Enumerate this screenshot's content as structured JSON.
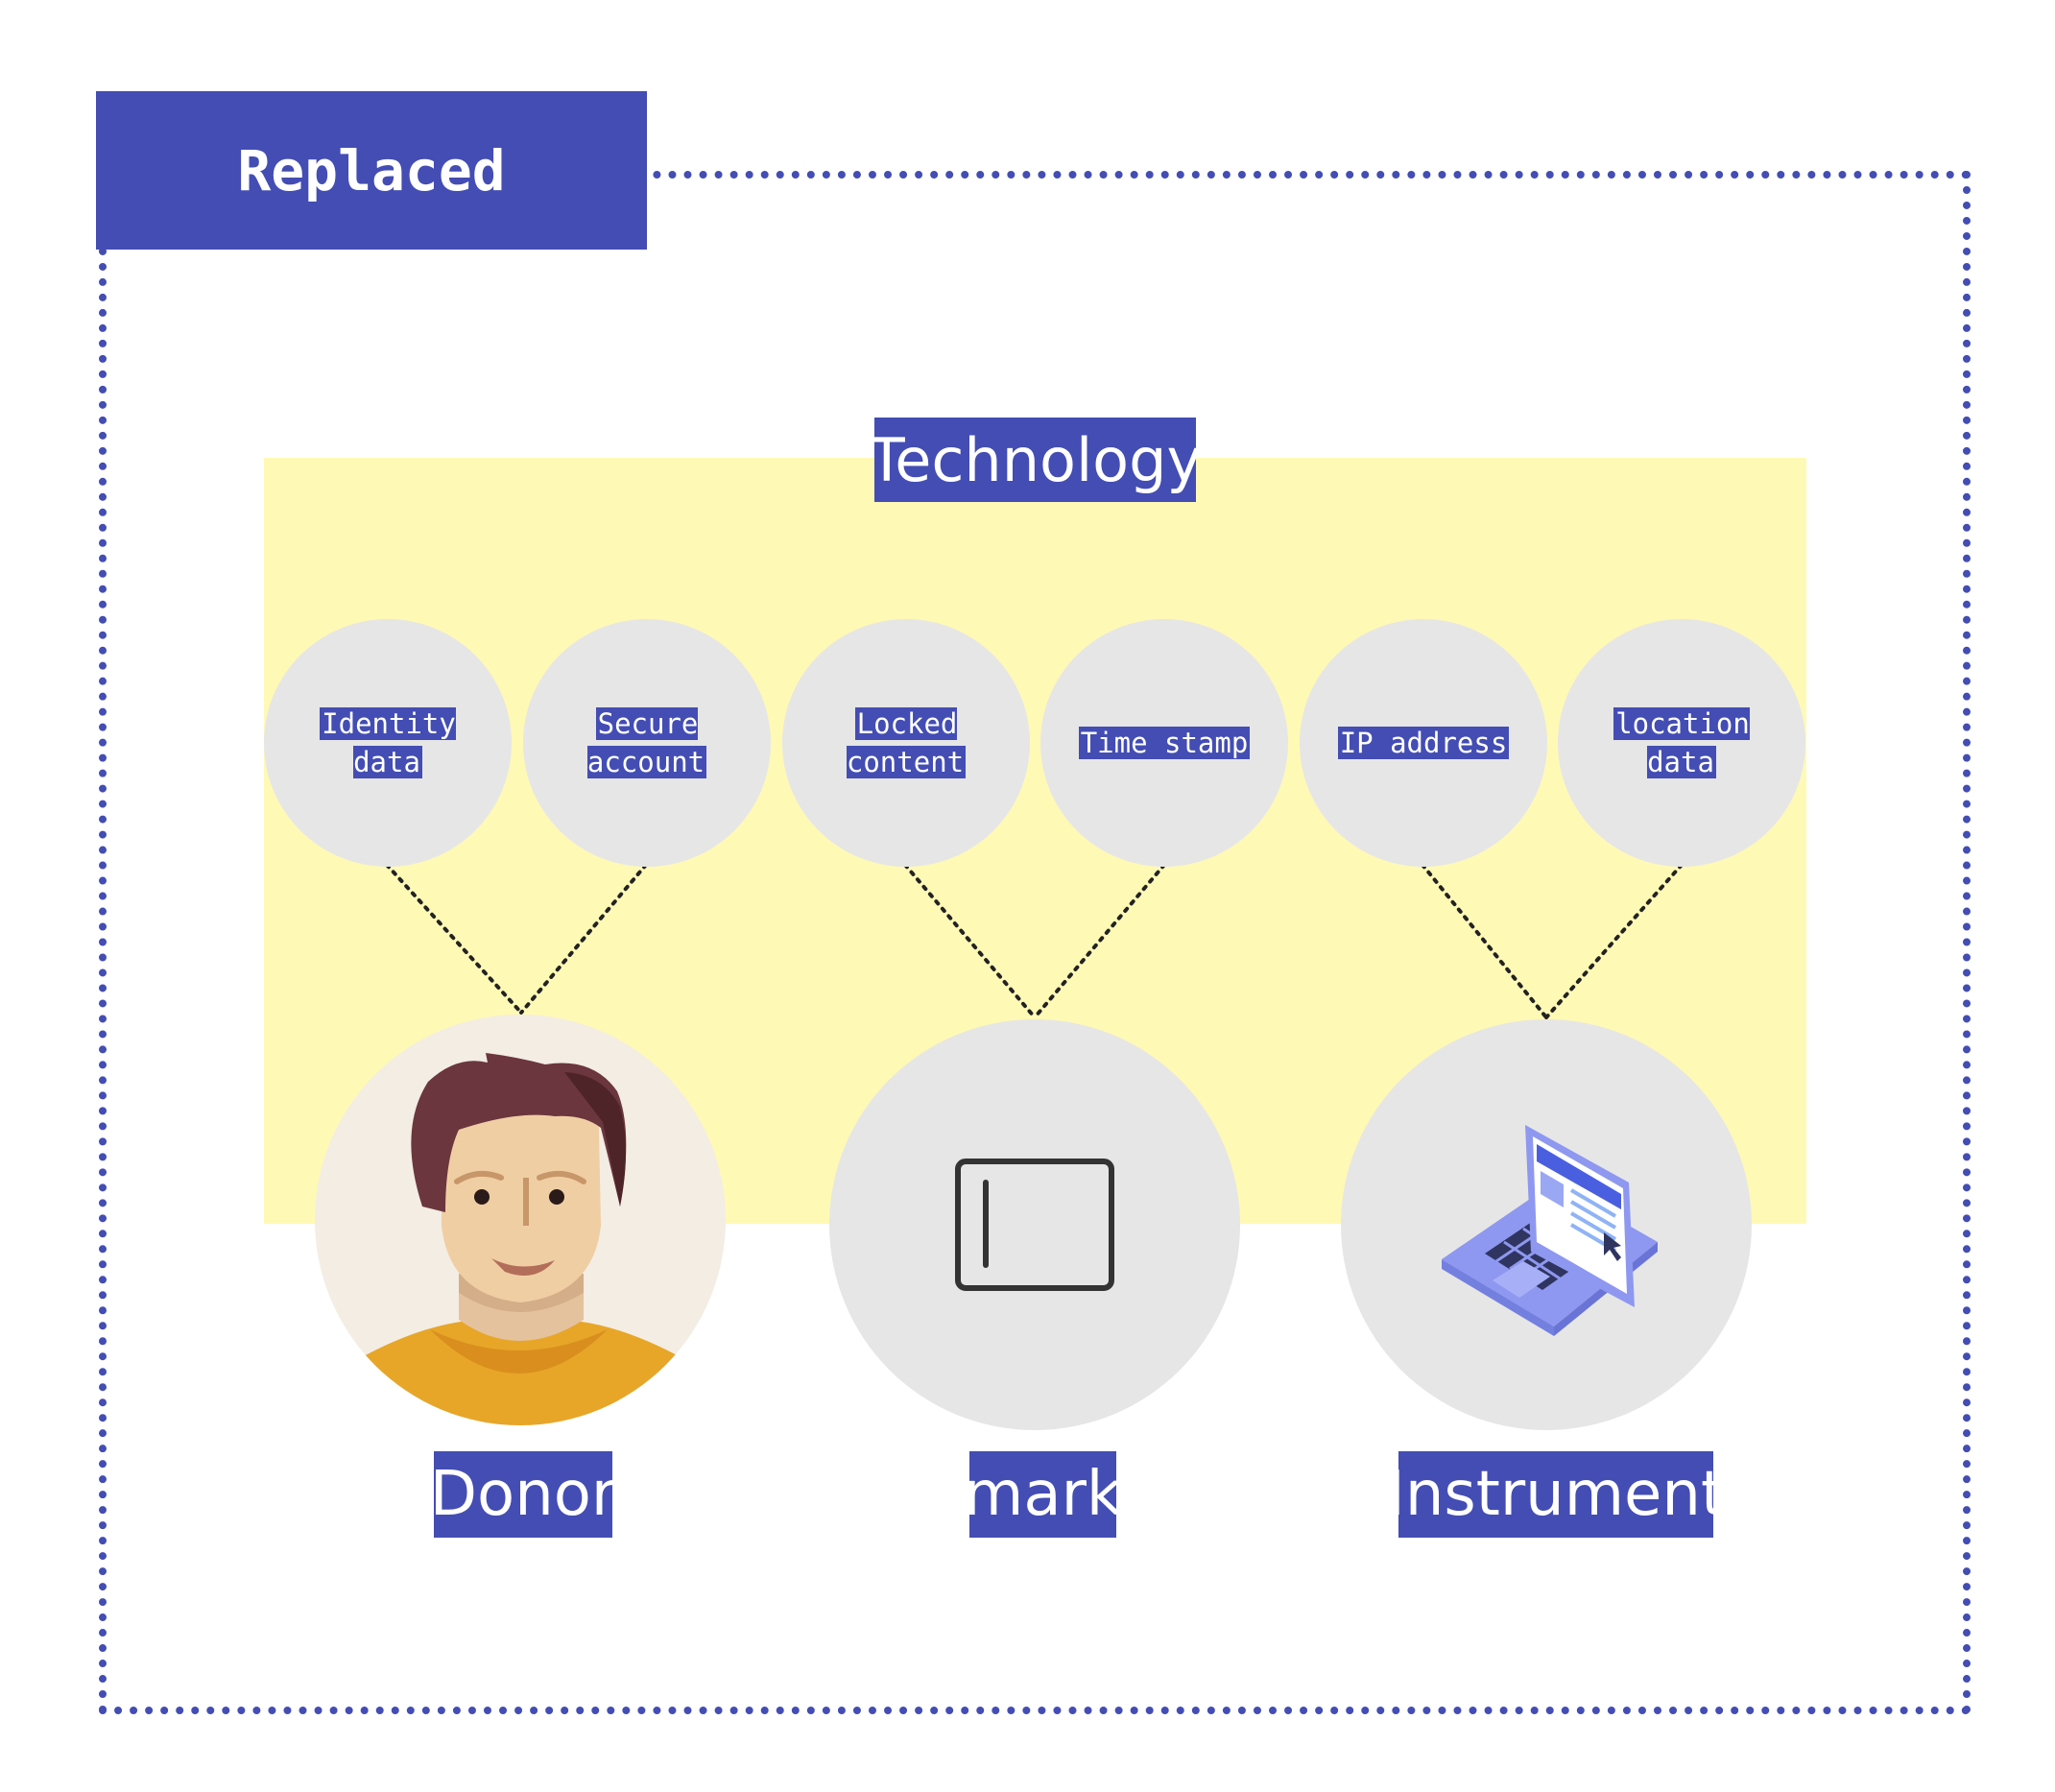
{
  "header": {
    "title": "Replaced"
  },
  "technology": {
    "label": "Technology"
  },
  "data_nodes": [
    {
      "label": "Identity\ndata"
    },
    {
      "label": "Secure\naccount"
    },
    {
      "label": "Locked\ncontent"
    },
    {
      "label": "Time stamp"
    },
    {
      "label": "IP address"
    },
    {
      "label": "location\ndata"
    }
  ],
  "entities": [
    {
      "label": "Donor",
      "icon": "person-avatar-icon"
    },
    {
      "label": "mark",
      "icon": "tablet-icon"
    },
    {
      "label": "Instrument",
      "icon": "laptop-icon"
    }
  ],
  "colors": {
    "accent": "#434DB3",
    "technology_bg": "#FFF9B6",
    "node_bg": "#E6E6E6",
    "connector": "#222222"
  }
}
